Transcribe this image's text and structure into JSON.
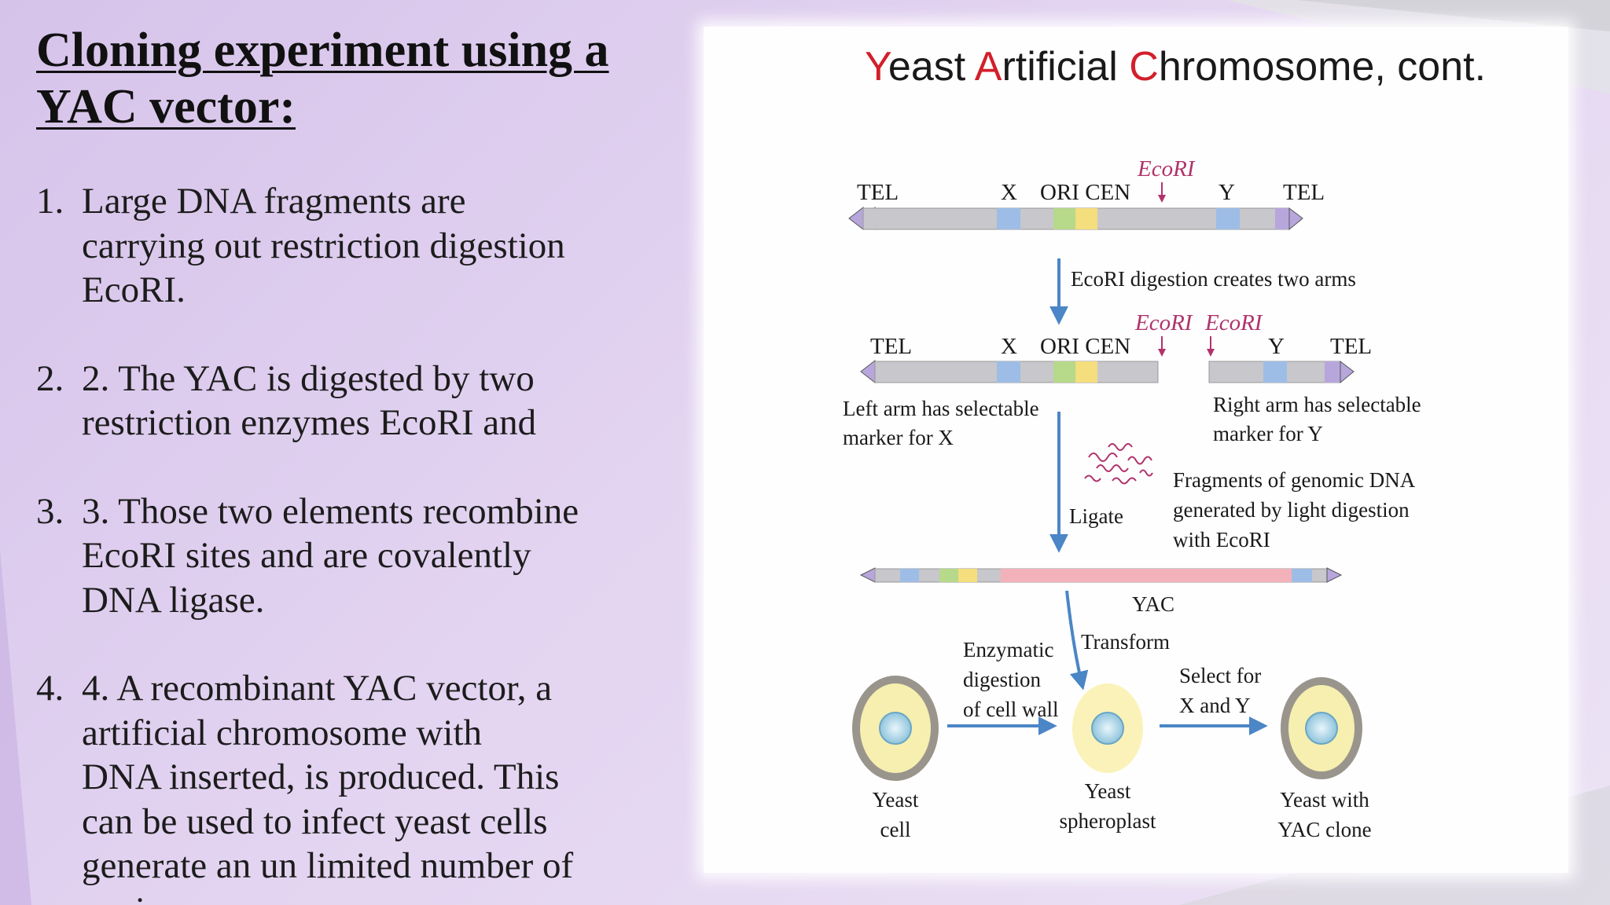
{
  "slide": {
    "title_line1": "Cloning experiment using a",
    "title_line2": "YAC vector:",
    "steps": [
      {
        "number": "1.",
        "lines": [
          "Large DNA fragments are",
          "carrying out restriction digestion",
          "EcoRI."
        ]
      },
      {
        "number": "2.",
        "lines": [
          " 2. The YAC is digested by two",
          "restriction enzymes EcoRI and"
        ]
      },
      {
        "number": "3.",
        "lines": [
          " 3. Those two elements recombine",
          "EcoRI sites and are covalently",
          "DNA ligase."
        ]
      },
      {
        "number": "4.",
        "lines": [
          " 4. A recombinant YAC vector, a",
          "artificial chromosome with",
          "DNA inserted, is produced. This",
          "can be used to infect yeast cells",
          "generate an un limited number of",
          "copies."
        ]
      }
    ]
  },
  "figure": {
    "title_parts": [
      "Y",
      "east ",
      "A",
      "rtificial ",
      "C",
      "hromosome, cont."
    ],
    "chromosome_labels": {
      "tel_left": "TEL",
      "x": "X",
      "ori_cen": "ORI CEN",
      "ecori": "EcoRI",
      "y": "Y",
      "tel_right": "TEL"
    },
    "digestion_caption": "EcoRI digestion creates two arms",
    "left_arm_caption": [
      "Left arm has selectable",
      "marker for X"
    ],
    "right_arm_caption": [
      "Right arm has selectable",
      "marker for Y"
    ],
    "ligate": "Ligate",
    "fragments_caption": [
      "Fragments of genomic DNA",
      "generated by light digestion",
      "with EcoRI"
    ],
    "yac": "YAC",
    "transform": "Transform",
    "enzymatic_caption": [
      "Enzymatic",
      "digestion",
      "of cell wall"
    ],
    "select_caption": [
      "Select for",
      "X and Y"
    ],
    "yeast_cell": [
      "Yeast",
      "cell"
    ],
    "spheroplast": [
      "Yeast",
      "spheroplast"
    ],
    "clone": [
      "Yeast with",
      "YAC clone"
    ],
    "colors": {
      "bar": "#c7c7cc",
      "marker_blue": "#9dbde6",
      "ori_green": "#b6d98a",
      "cen_yellow": "#f4de7d",
      "tel_purple": "#b7a6dc",
      "insert_pink": "#f3b2b9",
      "arrow_blue": "#4b86c6",
      "ecori_red": "#b0336b"
    }
  }
}
